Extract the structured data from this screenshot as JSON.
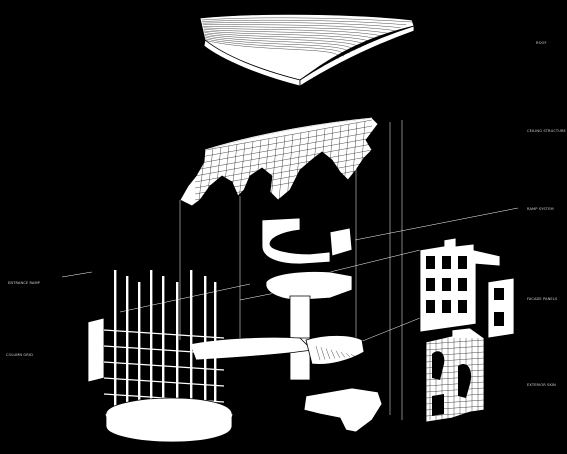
{
  "labels": {
    "roof": "ROOF",
    "ceiling_structure": "CEILING STRUCTURE",
    "ramp_system": "RAMP SYSTEM",
    "entrance_ramp": "ENTRANCE RAMP",
    "facade_panels": "FACADE PANELS",
    "exterior_skin": "EXTERIOR SKIN",
    "column_grid": "COLUMN GRID"
  },
  "colors": {
    "background": "#000000",
    "linework": "#ffffff",
    "hatch": "#000000",
    "label_text": "#cfcfcf"
  }
}
